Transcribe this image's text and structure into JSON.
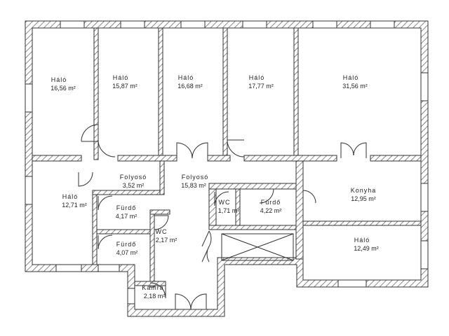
{
  "floorplan": {
    "rooms": [
      {
        "id": "halo-1",
        "name": "Háló",
        "area": "16,56 m²"
      },
      {
        "id": "halo-2",
        "name": "Háló",
        "area": "15,87 m²"
      },
      {
        "id": "halo-3",
        "name": "Háló",
        "area": "16,68 m²"
      },
      {
        "id": "halo-4",
        "name": "Háló",
        "area": "17,77 m²"
      },
      {
        "id": "halo-5",
        "name": "Háló",
        "area": "31,56 m²"
      },
      {
        "id": "folyoso-1",
        "name": "Folyosó",
        "area": "3,52 m²"
      },
      {
        "id": "folyoso-2",
        "name": "Folyosó",
        "area": "15,83 m²"
      },
      {
        "id": "halo-6",
        "name": "Háló",
        "area": "12,71 m²"
      },
      {
        "id": "furdo-1",
        "name": "Fürdő",
        "area": "4,17 m²"
      },
      {
        "id": "furdo-2",
        "name": "Fürdő",
        "area": "4,07 m²"
      },
      {
        "id": "wc-1",
        "name": "WC",
        "area": "2,17 m²"
      },
      {
        "id": "wc-2",
        "name": "WC",
        "area": "1,71 m²"
      },
      {
        "id": "furdo-3",
        "name": "Fürdő",
        "area": "4,22 m²"
      },
      {
        "id": "konyha",
        "name": "Konyha",
        "area": "12,95 m²"
      },
      {
        "id": "halo-7",
        "name": "Háló",
        "area": "12,49 m²"
      },
      {
        "id": "kamra",
        "name": "Kamra",
        "area": "2,18 m²"
      }
    ]
  },
  "colors": {
    "wall_stroke": "#333333",
    "hatch": "#555555",
    "line": "#444444",
    "text": "#222222"
  }
}
